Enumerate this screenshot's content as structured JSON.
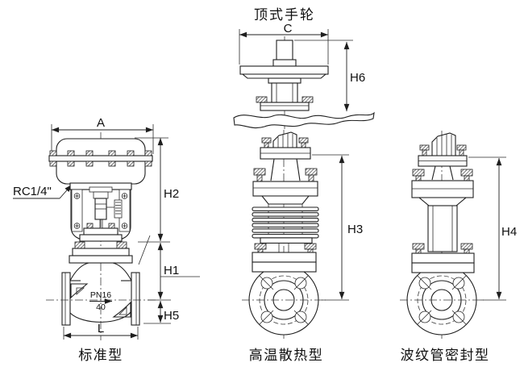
{
  "page": {
    "background": "#ffffff",
    "line_color": "#1f1f1f"
  },
  "handwheel_view": {
    "title": "顶式手轮",
    "dim_c": "C",
    "dim_h6": "H6"
  },
  "standard_view": {
    "caption": "标准型",
    "dim_a": "A",
    "dim_h2": "H2",
    "dim_h1": "H1",
    "dim_h5": "H5",
    "dim_l": "L",
    "port_label": "RC1/4\"",
    "pn_label": "PN16",
    "pn_value": "40"
  },
  "high_temp_view": {
    "caption": "高温散热型",
    "dim_h3": "H3"
  },
  "bellows_view": {
    "caption": "波纹管密封型",
    "dim_h4": "H4"
  }
}
